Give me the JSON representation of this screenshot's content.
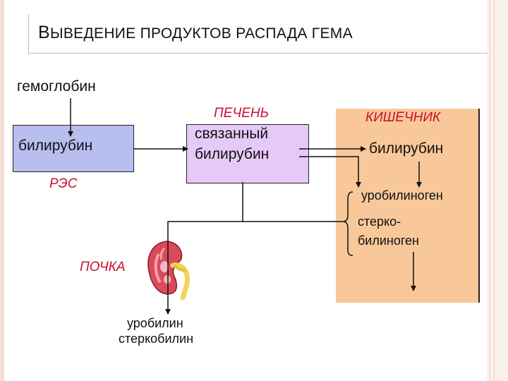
{
  "title": "ВЫВЕДЕНИЕ ПРОДУКТОВ РАСПАДА ГЕМА",
  "nodes": {
    "hemoglobin": "гемоглобин",
    "res_bilirubin": "билирубин",
    "res_label": "РЭС",
    "liver_label": "ПЕЧЕНЬ",
    "bound_bilirubin_line1": "связанный",
    "bound_bilirubin_line2": "билирубин",
    "intestine_label": "КИШЕЧНИК",
    "intestine_bilirubin": "билирубин",
    "urobilinogen": "уробилиноген",
    "stercobilinogen_line1": "стерко-",
    "stercobilinogen_line2": "билиноген",
    "kidney_label": "ПОЧКА",
    "urobilin": "уробилин",
    "stercobilin": "стеркобилин"
  },
  "colors": {
    "res_box": "#b9bef0",
    "liver_box": "#e6c9f7",
    "intestine_box": "#f8c89a",
    "label_red": "#c8102e",
    "kidney": "#d94a5a",
    "ureter": "#f2d45a"
  },
  "icons": [
    "kidney-icon"
  ]
}
